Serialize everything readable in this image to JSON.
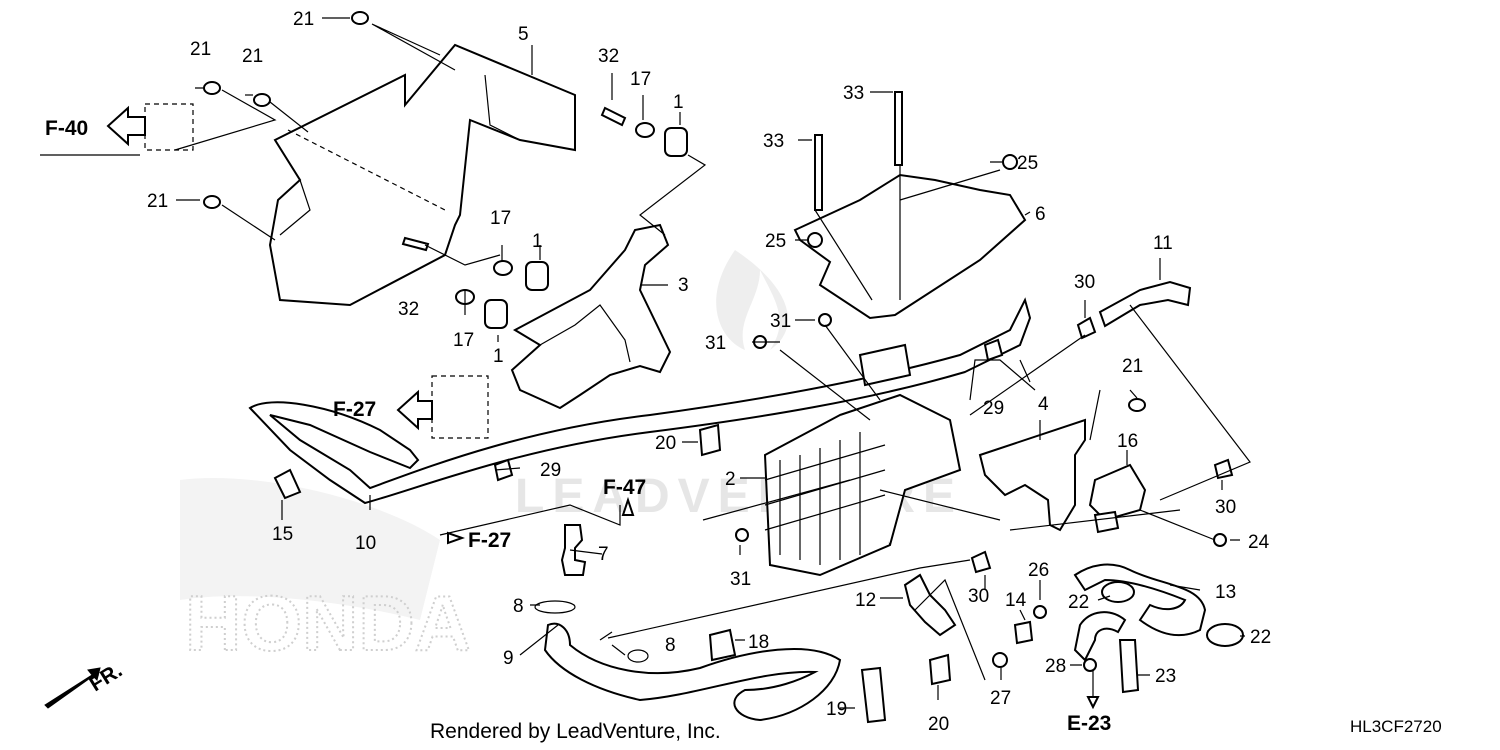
{
  "watermark": {
    "company": "LEADVENTURE",
    "brand": "HONDA"
  },
  "callouts": [
    {
      "id": "c1a",
      "text": "1"
    },
    {
      "id": "c1b",
      "text": "1"
    },
    {
      "id": "c1c",
      "text": "1"
    },
    {
      "id": "c2",
      "text": "2"
    },
    {
      "id": "c3",
      "text": "3"
    },
    {
      "id": "c4",
      "text": "4"
    },
    {
      "id": "c5",
      "text": "5"
    },
    {
      "id": "c6",
      "text": "6"
    },
    {
      "id": "c7",
      "text": "7"
    },
    {
      "id": "c8a",
      "text": "8"
    },
    {
      "id": "c8b",
      "text": "8"
    },
    {
      "id": "c9",
      "text": "9"
    },
    {
      "id": "c10",
      "text": "10"
    },
    {
      "id": "c11",
      "text": "11"
    },
    {
      "id": "c12",
      "text": "12"
    },
    {
      "id": "c13",
      "text": "13"
    },
    {
      "id": "c14",
      "text": "14"
    },
    {
      "id": "c15",
      "text": "15"
    },
    {
      "id": "c16",
      "text": "16"
    },
    {
      "id": "c17a",
      "text": "17"
    },
    {
      "id": "c17b",
      "text": "17"
    },
    {
      "id": "c17c",
      "text": "17"
    },
    {
      "id": "c18",
      "text": "18"
    },
    {
      "id": "c19",
      "text": "19"
    },
    {
      "id": "c20a",
      "text": "20"
    },
    {
      "id": "c20b",
      "text": "20"
    },
    {
      "id": "c21a",
      "text": "21"
    },
    {
      "id": "c21b",
      "text": "21"
    },
    {
      "id": "c21c",
      "text": "21"
    },
    {
      "id": "c21d",
      "text": "21"
    },
    {
      "id": "c21e",
      "text": "21"
    },
    {
      "id": "c22a",
      "text": "22"
    },
    {
      "id": "c22b",
      "text": "22"
    },
    {
      "id": "c23",
      "text": "23"
    },
    {
      "id": "c24",
      "text": "24"
    },
    {
      "id": "c25a",
      "text": "25"
    },
    {
      "id": "c25b",
      "text": "25"
    },
    {
      "id": "c26",
      "text": "26"
    },
    {
      "id": "c27",
      "text": "27"
    },
    {
      "id": "c28",
      "text": "28"
    },
    {
      "id": "c29a",
      "text": "29"
    },
    {
      "id": "c29b",
      "text": "29"
    },
    {
      "id": "c30a",
      "text": "30"
    },
    {
      "id": "c30b",
      "text": "30"
    },
    {
      "id": "c30c",
      "text": "30"
    },
    {
      "id": "c31a",
      "text": "31"
    },
    {
      "id": "c31b",
      "text": "31"
    },
    {
      "id": "c31c",
      "text": "31"
    },
    {
      "id": "c32a",
      "text": "32"
    },
    {
      "id": "c32b",
      "text": "32"
    },
    {
      "id": "c33a",
      "text": "33"
    },
    {
      "id": "c33b",
      "text": "33"
    }
  ],
  "references": [
    {
      "id": "f40",
      "text": "F-40"
    },
    {
      "id": "f27a",
      "text": "F-27"
    },
    {
      "id": "f27b",
      "text": "F-27"
    },
    {
      "id": "f47",
      "text": "F-47"
    },
    {
      "id": "e23",
      "text": "E-23"
    }
  ],
  "front_indicator": "FR.",
  "credit": "Rendered by LeadVenture, Inc.",
  "diagram_code": "HL3CF2720"
}
